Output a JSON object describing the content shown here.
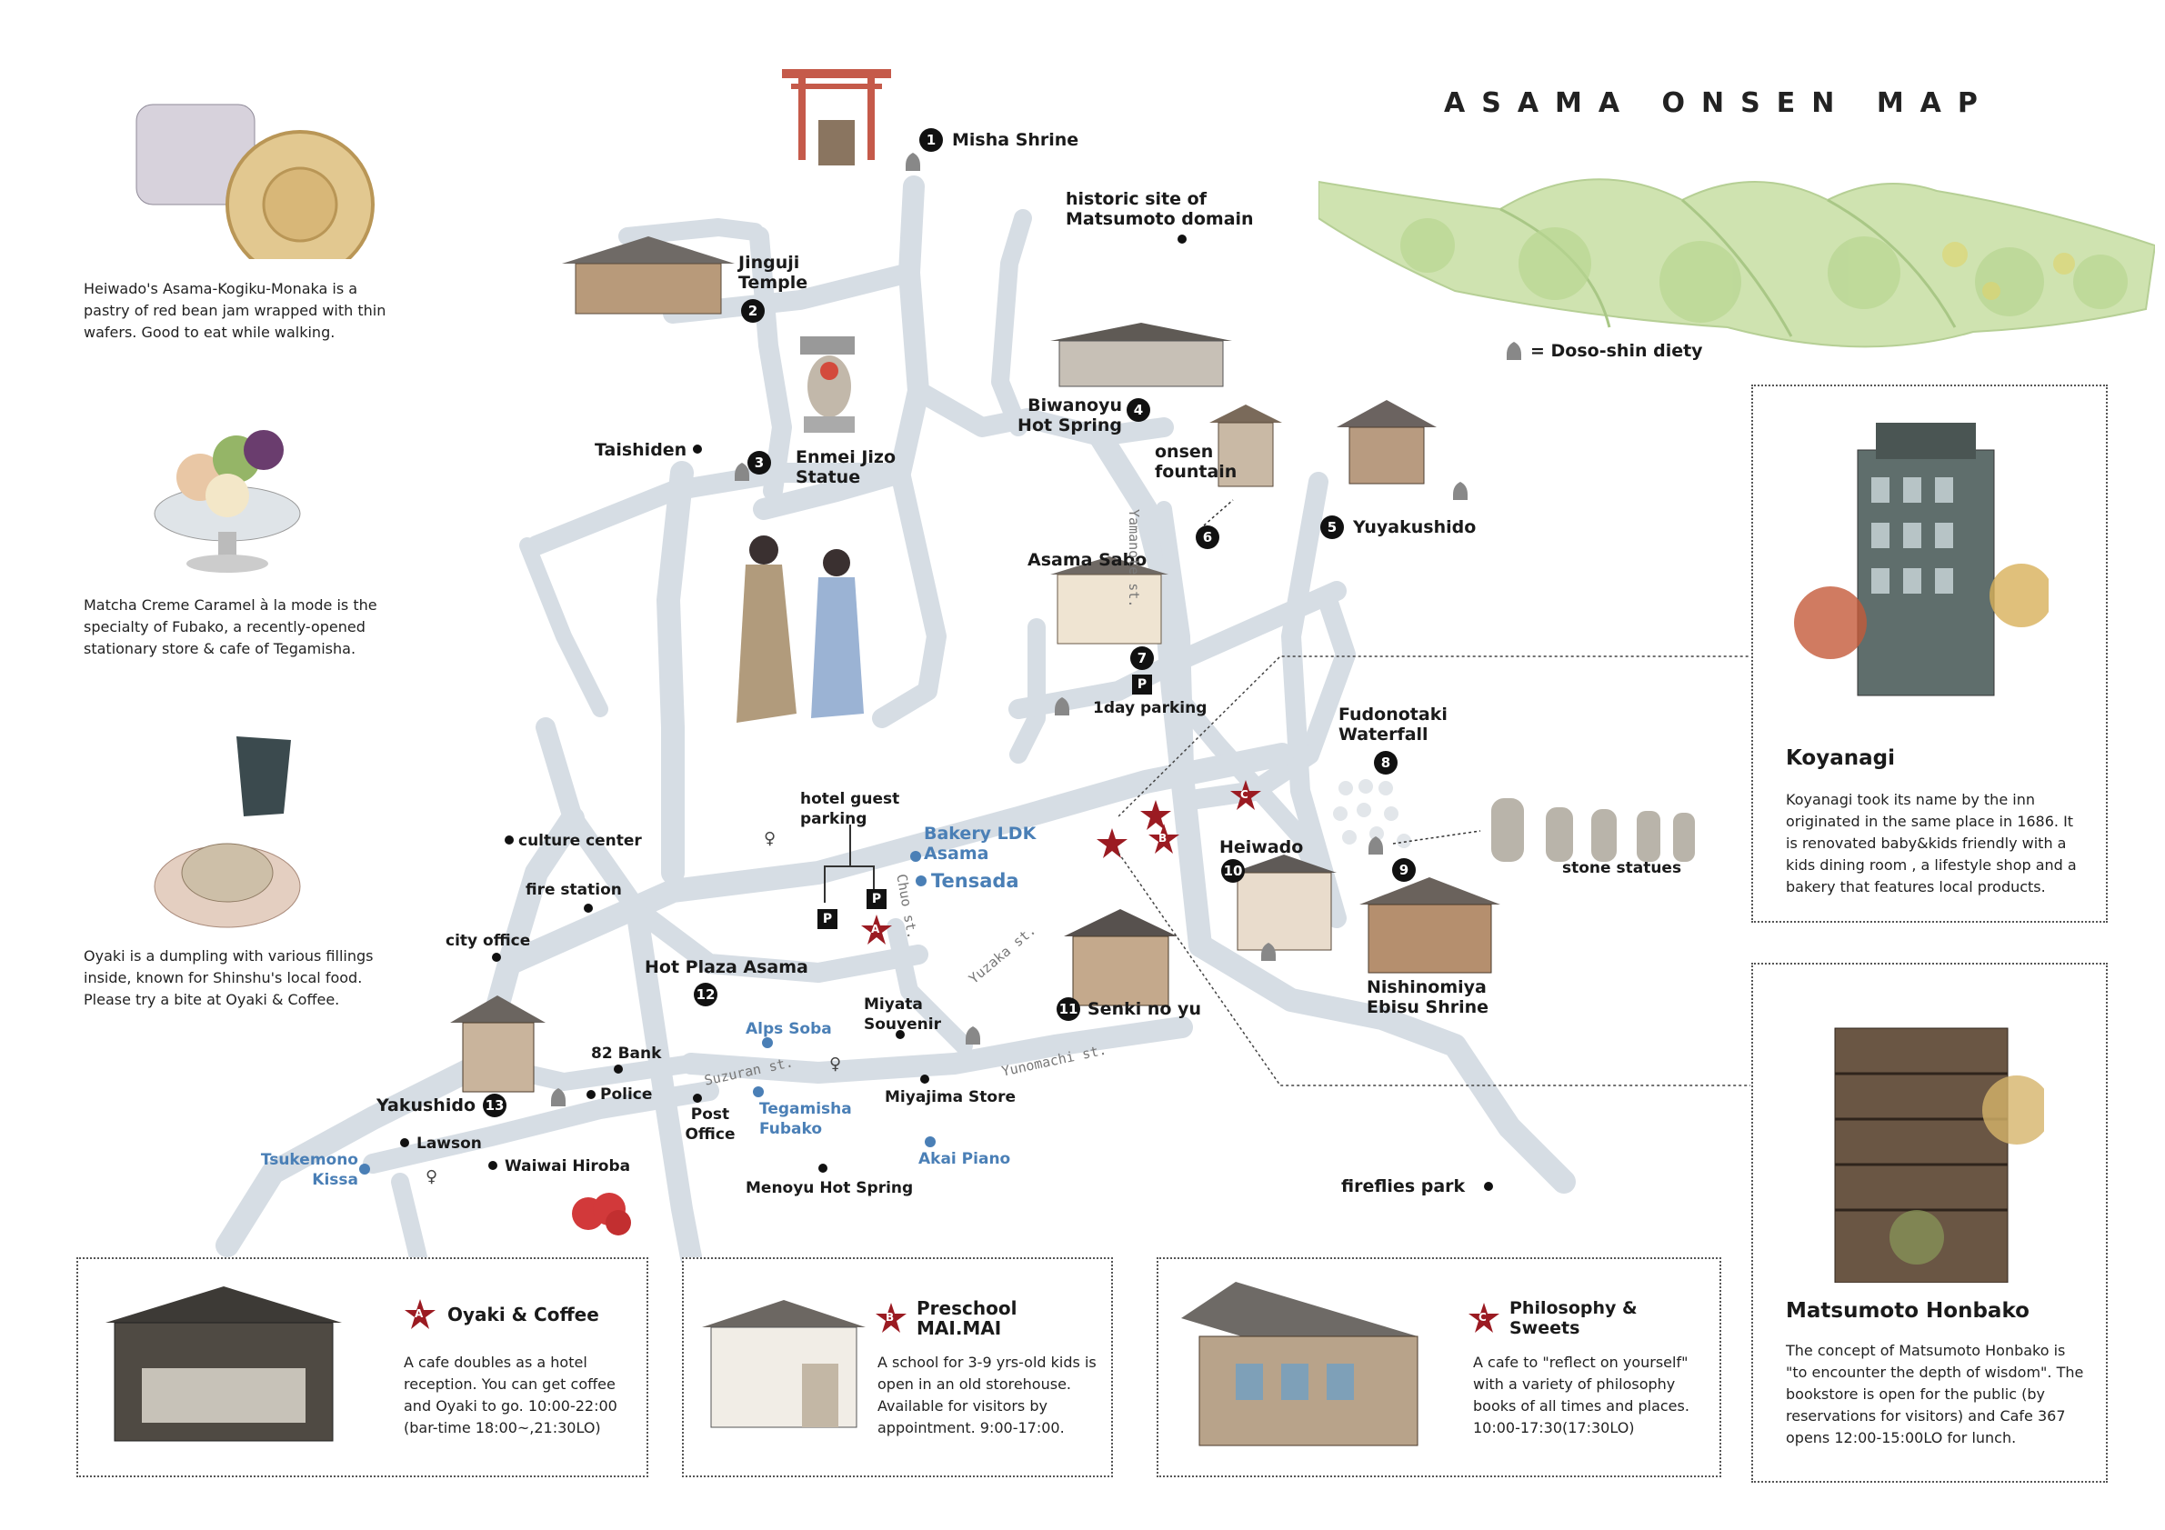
{
  "title": "ASAMA ONSEN MAP",
  "legend_diety": "= Doso-shin diety",
  "side_notes": [
    {
      "text": "Heiwado's Asama-Kogiku-Monaka is a pastry of red bean jam wrapped with thin wafers. Good to eat while walking."
    },
    {
      "text": "Matcha Creme Caramel à la mode is the specialty of Fubako, a recently-opened stationary store & cafe of Tegamisha."
    },
    {
      "text": "Oyaki is a dumpling with various fillings inside, known for Shinshu's local food. Please try a bite at Oyaki & Coffee."
    }
  ],
  "places": {
    "p1": {
      "num": "1",
      "label": "Misha Shrine"
    },
    "p2": {
      "num": "2",
      "label": "Jinguji Temple"
    },
    "p3": {
      "num": "3",
      "label": "Enmei Jizo Statue"
    },
    "p4": {
      "num": "4",
      "label": "Biwanoyu Hot Spring"
    },
    "p5": {
      "num": "5",
      "label": "Yuyakushido"
    },
    "p6": {
      "num": "6",
      "label": "onsen fountain"
    },
    "p7": {
      "num": "7",
      "label": "Asama Sabo"
    },
    "p8": {
      "num": "8",
      "label": "Fudonotaki Waterfall"
    },
    "p9": {
      "num": "9",
      "label": "Nishinomiya Ebisu Shrine"
    },
    "p10": {
      "num": "10",
      "label": "Heiwado"
    },
    "p11": {
      "num": "11",
      "label": "Senki no yu"
    },
    "p12": {
      "num": "12",
      "label": "Hot Plaza Asama"
    },
    "p13": {
      "num": "13",
      "label": "Yakushido"
    }
  },
  "labels": {
    "historic": "historic site of Matsumoto domain",
    "taishiden": "Taishiden",
    "parking_1day": "1day parking",
    "hotel_guest_parking": "hotel guest parking",
    "bakery": "Bakery LDK Asama",
    "tensada": "Tensada",
    "culture_center": "culture center",
    "fire_station": "fire station",
    "city_office": "city office",
    "bank82": "82 Bank",
    "police": "Police",
    "lawson": "Lawson",
    "tsukemono": "Tsukemono Kissa",
    "waiwai": "Waiwai Hiroba",
    "alps_soba": "Alps Soba",
    "miyata": "Miyata Souvenir",
    "post_office": "Post Office",
    "tegamisha": "Tegamisha Fubako",
    "miyajima": "Miyajima Store",
    "akai_piano": "Akai Piano",
    "menoyu": "Menoyu Hot Spring",
    "stone_statues": "stone statues",
    "fireflies": "fireflies park"
  },
  "streets": {
    "yamanote": "Yamanote st.",
    "chuo": "Chuo st.",
    "yuzaka": "Yuzaka st.",
    "yunomachi": "Yunomachi st.",
    "suzuran": "Suzuran st."
  },
  "parking_tag": "P",
  "stars": {
    "a": "A",
    "b": "B",
    "c": "C"
  },
  "features": [
    {
      "letter": "A",
      "name": "Oyaki & Coffee",
      "desc": "A cafe doubles as a hotel reception. You can get coffee and Oyaki to go. 10:00-22:00 (bar-time 18:00~,21:30LO)"
    },
    {
      "letter": "B",
      "name": "Preschool MAI.MAI",
      "desc": "A school for 3-9 yrs-old kids is open in an old storehouse. Available for visitors by appointment. 9:00-17:00."
    },
    {
      "letter": "C",
      "name": "Philosophy & Sweets",
      "desc": "A cafe to \"reflect on yourself\" with a variety of philosophy books of all times and places. 10:00-17:30(17:30LO)"
    }
  ],
  "right_panels": [
    {
      "name": "Koyanagi",
      "desc": "Koyanagi took its name by the inn originated in the same place in 1686. It is renovated baby&kids friendly with a kids dining room , a lifestyle shop and a bakery that features local products."
    },
    {
      "name": "Matsumoto Honbako",
      "desc": "The concept of Matsumoto Honbako is \"to encounter the depth of wisdom\". The bookstore is open for the public (by reservations for visitors) and Cafe 367 opens 12:00-15:00LO for lunch."
    }
  ],
  "colors": {
    "road": "#d6dde4",
    "star": "#9b1b22",
    "accent_blue": "#4a7fb6"
  }
}
